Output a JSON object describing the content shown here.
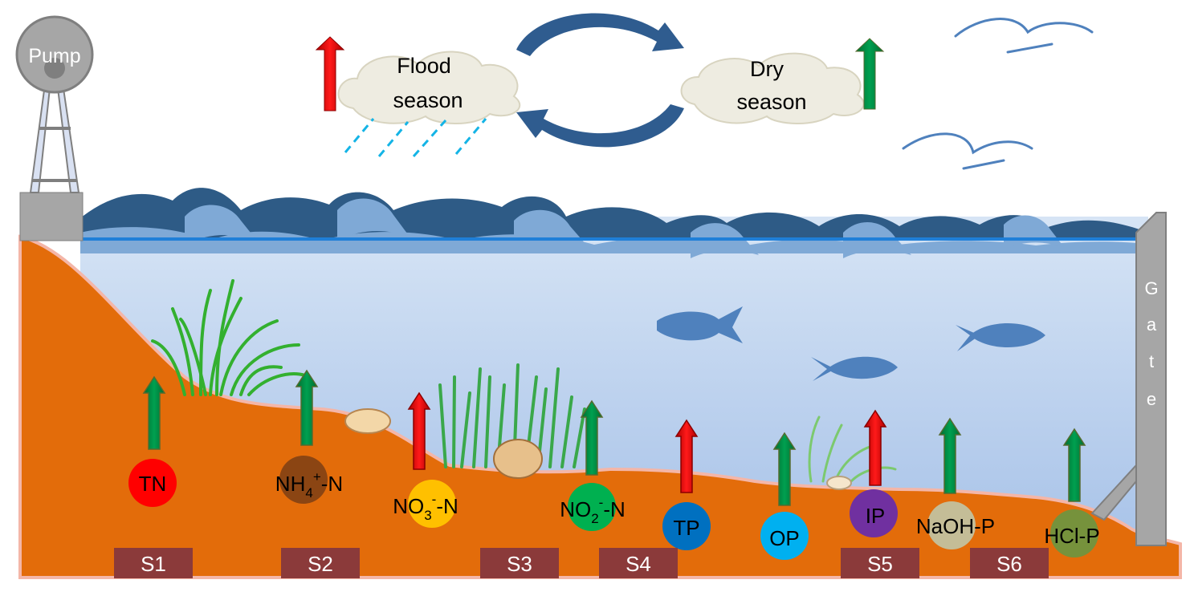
{
  "labels": {
    "pump": "Pump",
    "flood_season_line1": "Flood",
    "flood_season_line2": "season",
    "dry_season_line1": "Dry",
    "dry_season_line2": "season",
    "gate_letters": [
      "G",
      "a",
      "t",
      "e"
    ]
  },
  "sites": [
    "S1",
    "S2",
    "S3",
    "S4",
    "S5",
    "S6"
  ],
  "indicators": [
    {
      "name": "TN",
      "color": "#ff0000",
      "trend": "up",
      "arrow_color": "green"
    },
    {
      "name": "NH4+-N",
      "base": "NH",
      "sub": "4",
      "sup": "+",
      "suffix": "-N",
      "color": "#8b4513",
      "trend": "up",
      "arrow_color": "green"
    },
    {
      "name": "NO3--N",
      "base": "NO",
      "sub": "3",
      "sup": "-",
      "suffix": "-N",
      "color": "#ffc000",
      "trend": "up",
      "arrow_color": "red"
    },
    {
      "name": "NO2--N",
      "base": "NO",
      "sub": "2",
      "sup": "-",
      "suffix": "-N",
      "color": "#00b050",
      "trend": "up",
      "arrow_color": "green"
    },
    {
      "name": "TP",
      "color": "#0070c0",
      "trend": "up",
      "arrow_color": "red"
    },
    {
      "name": "OP",
      "color": "#00b0f0",
      "trend": "up",
      "arrow_color": "green"
    },
    {
      "name": "IP",
      "color": "#7030a0",
      "trend": "up",
      "arrow_color": "red"
    },
    {
      "name": "NaOH-P",
      "color": "#c4bd97",
      "trend": "up",
      "arrow_color": "green"
    },
    {
      "name": "HCl-P",
      "color": "#76923c",
      "trend": "up",
      "arrow_color": "green"
    }
  ],
  "colors": {
    "sediment": "#e36c0a",
    "water_top": "#b8d3f0",
    "wave_dark": "#2e5b86",
    "wave_light": "#7fa9d6",
    "fish": "#4f81bd",
    "site_box": "#8b3a3a",
    "arrow_red": "#ff0000",
    "arrow_green": "#00a050",
    "cycle_arrow": "#2f5c8f",
    "cloud": "#eeece1"
  }
}
